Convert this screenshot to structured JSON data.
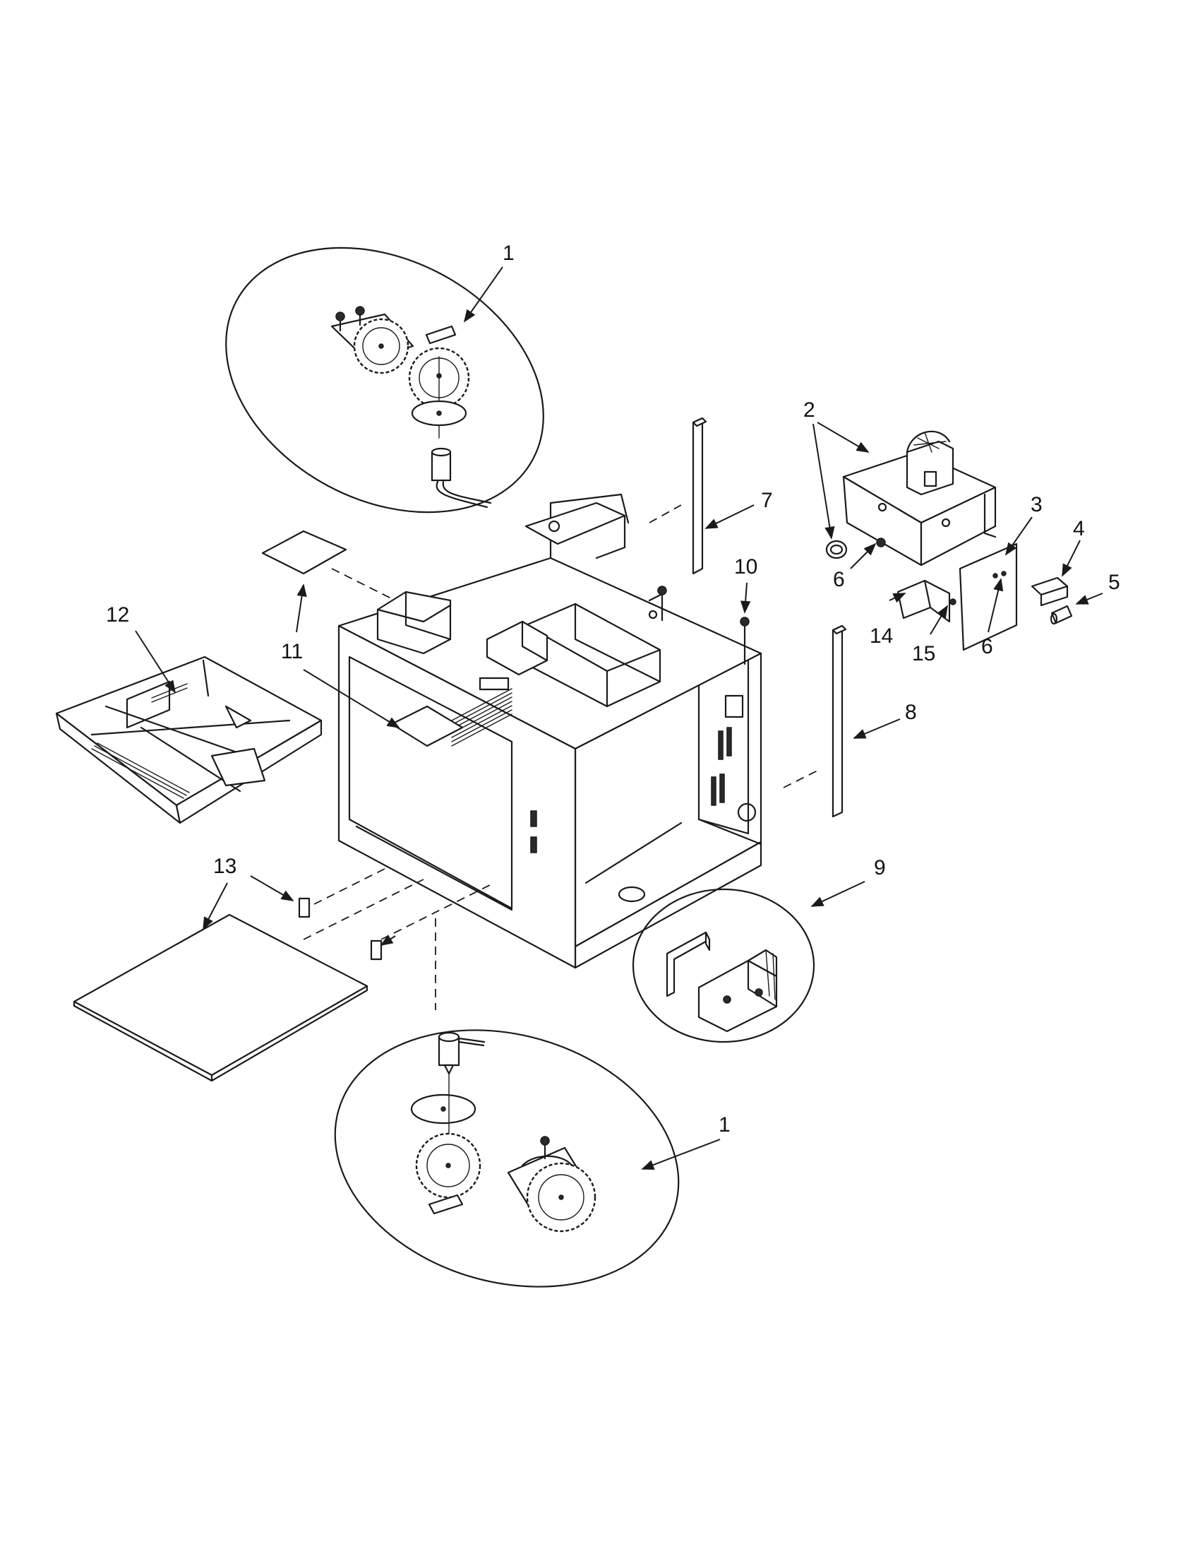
{
  "callouts": [
    {
      "id": "c1-top",
      "label": "1"
    },
    {
      "id": "c2",
      "label": "2"
    },
    {
      "id": "c3",
      "label": "3"
    },
    {
      "id": "c4",
      "label": "4"
    },
    {
      "id": "c5",
      "label": "5"
    },
    {
      "id": "c6-left",
      "label": "6"
    },
    {
      "id": "c6-right",
      "label": "6"
    },
    {
      "id": "c7",
      "label": "7"
    },
    {
      "id": "c8",
      "label": "8"
    },
    {
      "id": "c9",
      "label": "9"
    },
    {
      "id": "c10",
      "label": "10"
    },
    {
      "id": "c11",
      "label": "11"
    },
    {
      "id": "c12",
      "label": "12"
    },
    {
      "id": "c13",
      "label": "13"
    },
    {
      "id": "c14",
      "label": "14"
    },
    {
      "id": "c15",
      "label": "15"
    },
    {
      "id": "c1-bottom",
      "label": "1"
    }
  ]
}
